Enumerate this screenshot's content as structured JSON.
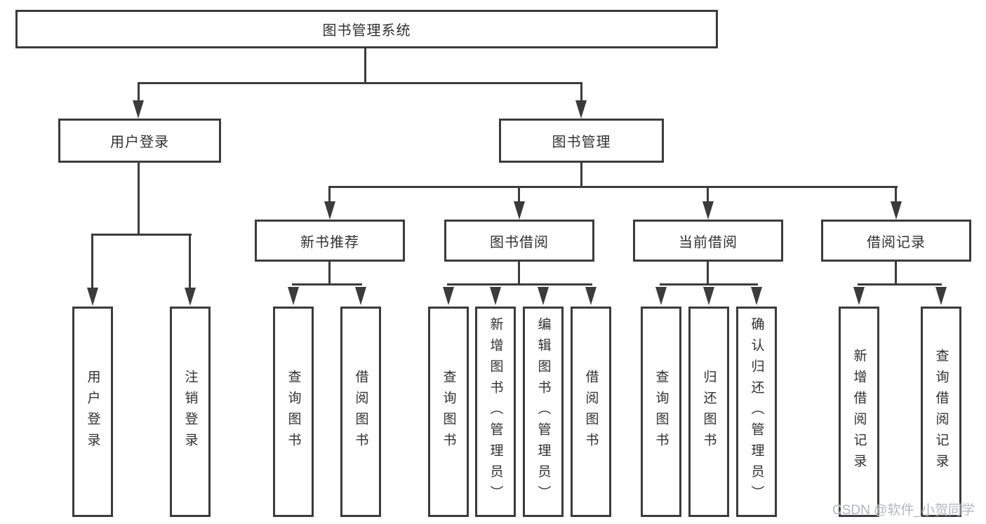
{
  "colors": {
    "line": "#3b3b3b",
    "text": "#303030",
    "box_background": "#ffffff",
    "page_background": "#ffffff",
    "watermark": "#b2b6bd"
  },
  "diagram": {
    "root": {
      "label": "图书管理系统"
    },
    "branches": [
      {
        "label": "用户登录",
        "children": [
          {
            "label": "用户登录"
          },
          {
            "label": "注销登录"
          }
        ]
      },
      {
        "label": "图书管理",
        "groups": [
          {
            "label": "新书推荐",
            "children": [
              {
                "label": "查询图书"
              },
              {
                "label": "借阅图书"
              }
            ]
          },
          {
            "label": "图书借阅",
            "children": [
              {
                "label": "查询图书"
              },
              {
                "label": "新增图书（管理员）"
              },
              {
                "label": "编辑图书（管理员）"
              },
              {
                "label": "借阅图书"
              }
            ]
          },
          {
            "label": "当前借阅",
            "children": [
              {
                "label": "查询图书"
              },
              {
                "label": "归还图书"
              },
              {
                "label": "确认归还（管理员）"
              }
            ]
          },
          {
            "label": "借阅记录",
            "children": [
              {
                "label": "新增借阅记录"
              },
              {
                "label": "查询借阅记录"
              }
            ]
          }
        ]
      }
    ]
  },
  "watermark": {
    "text": "CSDN @软件_小贺同学"
  }
}
